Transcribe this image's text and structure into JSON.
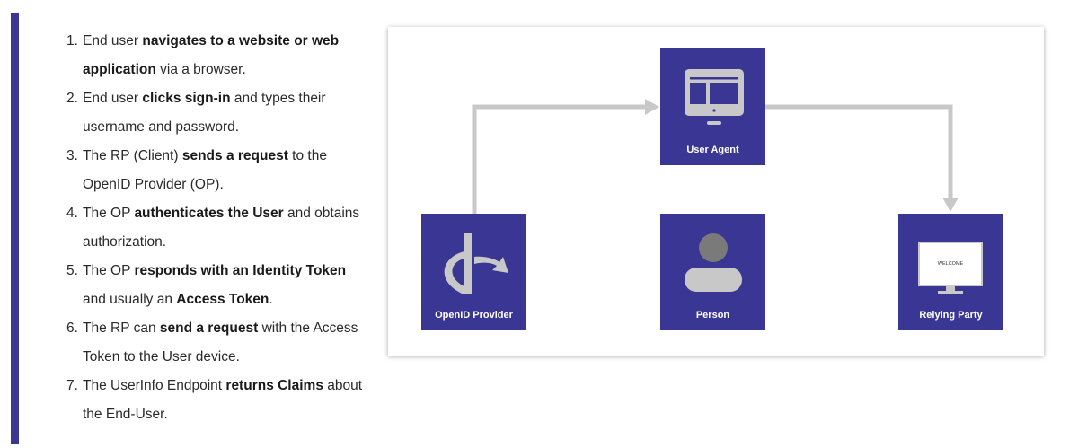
{
  "steps": [
    {
      "num": "1.",
      "parts": [
        {
          "t": "End user ",
          "b": false
        },
        {
          "t": "navigates to a website or web application",
          "b": true
        },
        {
          "t": " via a browser.",
          "b": false
        }
      ]
    },
    {
      "num": "2.",
      "parts": [
        {
          "t": "End user ",
          "b": false
        },
        {
          "t": "clicks sign-in",
          "b": true
        },
        {
          "t": " and types their username and password.",
          "b": false
        }
      ]
    },
    {
      "num": "3.",
      "parts": [
        {
          "t": "The RP (Client) ",
          "b": false
        },
        {
          "t": "sends a request",
          "b": true
        },
        {
          "t": " to the OpenID Provider (OP).",
          "b": false
        }
      ]
    },
    {
      "num": "4.",
      "parts": [
        {
          "t": "The OP ",
          "b": false
        },
        {
          "t": "authenticates the User",
          "b": true
        },
        {
          "t": " and obtains authorization.",
          "b": false
        }
      ]
    },
    {
      "num": "5.",
      "parts": [
        {
          "t": "The OP ",
          "b": false
        },
        {
          "t": "responds with an Identity Token",
          "b": true
        },
        {
          "t": " and usually an ",
          "b": false
        },
        {
          "t": "Access Token",
          "b": true
        },
        {
          "t": ".",
          "b": false
        }
      ]
    },
    {
      "num": "6.",
      "parts": [
        {
          "t": "The RP can ",
          "b": false
        },
        {
          "t": "send a request",
          "b": true
        },
        {
          "t": " with the Access Token to the User device.",
          "b": false
        }
      ]
    },
    {
      "num": "7.",
      "parts": [
        {
          "t": "The UserInfo Endpoint ",
          "b": false
        },
        {
          "t": "returns Claims",
          "b": true
        },
        {
          "t": " about the End-User.",
          "b": false
        }
      ]
    }
  ],
  "diagram": {
    "nodes": {
      "user_agent": {
        "label": "User Agent",
        "icon": "monitor-icon"
      },
      "openid_provider": {
        "label": "OpenID Provider",
        "icon": "openid-logo-icon"
      },
      "person": {
        "label": "Person",
        "icon": "person-icon"
      },
      "relying_party": {
        "label": "Relying Party",
        "icon": "monitor-welcome-icon",
        "screen_text": "WELCOME"
      }
    },
    "edges": [
      {
        "from": "openid_provider",
        "to": "user_agent"
      },
      {
        "from": "user_agent",
        "to": "relying_party"
      }
    ]
  },
  "colors": {
    "accent": "#3a3693",
    "node_bg": "#3a3693",
    "icon": "#c8c8c8",
    "arrow": "#c8c8c8"
  }
}
